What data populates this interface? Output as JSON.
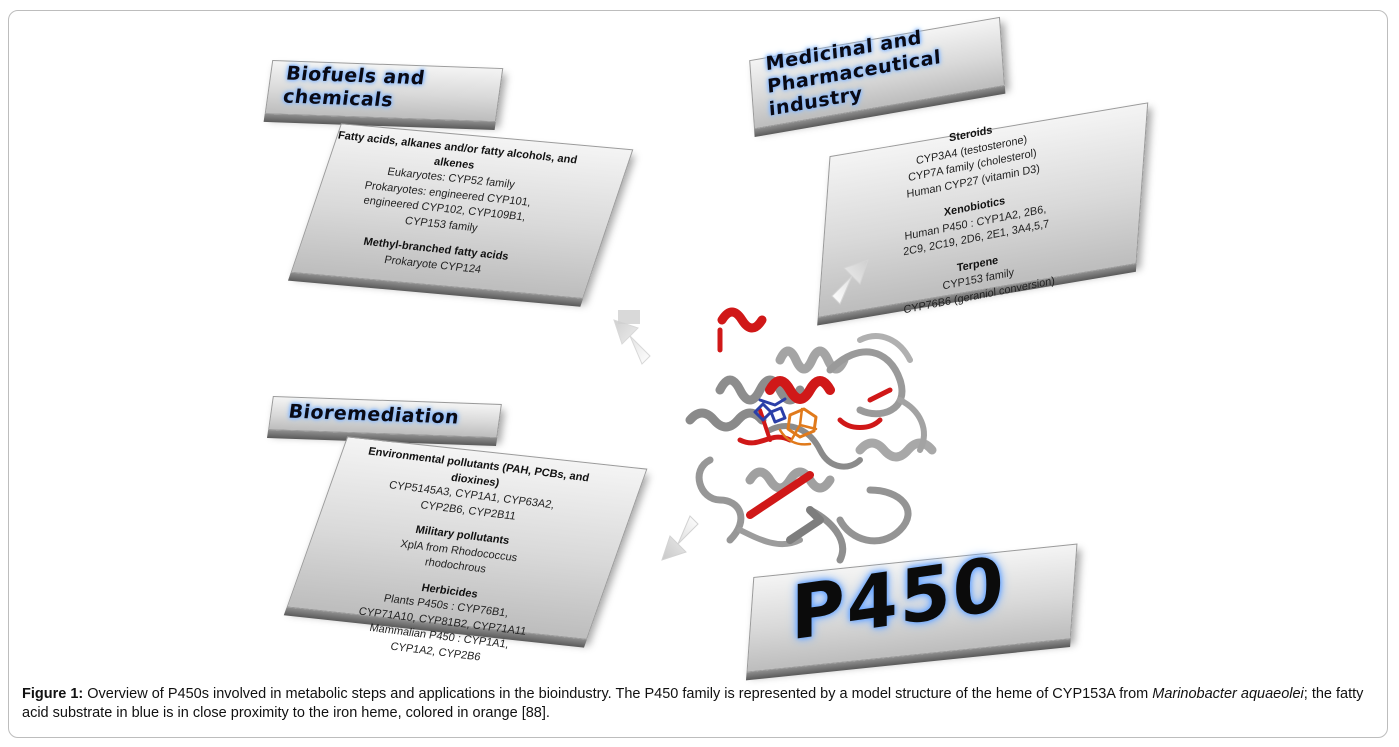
{
  "diagram": {
    "center_label": "P450",
    "panels": [
      {
        "id": "biofuels",
        "header": "Biofuels and chemicals",
        "lines": [
          {
            "text": "Fatty acids, alkanes and/or fatty alcohols,  and alkenes",
            "bold": true
          },
          {
            "text": "Eukaryotes: CYP52 family",
            "bold": false
          },
          {
            "text": "Prokaryotes: engineered CYP101,",
            "bold": false
          },
          {
            "text": "engineered CYP102, CYP109B1,",
            "bold": false
          },
          {
            "text": "CYP153 family",
            "bold": false
          },
          {
            "text": "",
            "bold": false
          },
          {
            "text": "Methyl-branched fatty acids",
            "bold": true
          },
          {
            "text": "Prokaryote CYP124",
            "bold": false
          }
        ]
      },
      {
        "id": "medicinal",
        "header": "Medicinal and Pharmaceutical industry",
        "lines": [
          {
            "text": "Steroids",
            "bold": true
          },
          {
            "text": "CYP3A4 (testosterone)",
            "bold": false
          },
          {
            "text": "CYP7A family (cholesterol)",
            "bold": false
          },
          {
            "text": "Human CYP27 (vitamin D3)",
            "bold": false
          },
          {
            "text": "",
            "bold": false
          },
          {
            "text": "Xenobiotics",
            "bold": true
          },
          {
            "text": "Human P450 : CYP1A2, 2B6,",
            "bold": false
          },
          {
            "text": "2C9, 2C19, 2D6, 2E1, 3A4,5,7",
            "bold": false
          },
          {
            "text": "",
            "bold": false
          },
          {
            "text": "Terpene",
            "bold": true
          },
          {
            "text": "CYP153 family",
            "bold": false
          },
          {
            "text": "CYP76B6 (geraniol conversion)",
            "bold": false
          }
        ]
      },
      {
        "id": "bioremediation",
        "header": "Bioremediation",
        "lines": [
          {
            "text": "Environmental pollutants (PAH, PCBs, and dioxines)",
            "bold": true
          },
          {
            "text": "CYP5145A3, CYP1A1, CYP63A2,",
            "bold": false
          },
          {
            "text": "CYP2B6, CYP2B11",
            "bold": false
          },
          {
            "text": "",
            "bold": false
          },
          {
            "text": "Military pollutants",
            "bold": true
          },
          {
            "text": "XplA from Rhodococcus",
            "bold": false
          },
          {
            "text": "rhodochrous",
            "bold": false
          },
          {
            "text": "",
            "bold": false
          },
          {
            "text": "Herbicides",
            "bold": true
          },
          {
            "text": "Plants P450s : CYP76B1,",
            "bold": false
          },
          {
            "text": "CYP71A10, CYP81B2, CYP71A11",
            "bold": false
          },
          {
            "text": "Mammalian P450 : CYP1A1,",
            "bold": false
          },
          {
            "text": "CYP1A2, CYP2B6",
            "bold": false
          }
        ]
      }
    ]
  },
  "caption": {
    "label": "Figure 1:",
    "text_before_italic": " Overview of P450s involved in metabolic steps and applications in the bioindustry. The P450 family is represented by a model structure of the heme of CYP153A from ",
    "italic": "Marinobacter aquaeolei",
    "text_after_italic": "; the fatty acid substrate in blue is in close proximity to the iron heme, colored in orange [88]."
  },
  "colors": {
    "helix_gray": "#9c9c9c",
    "highlight_red": "#d01818",
    "substrate_blue": "#2b3fa8",
    "heme_orange": "#e07a1c",
    "glow_blue": "#7fb4ff"
  }
}
